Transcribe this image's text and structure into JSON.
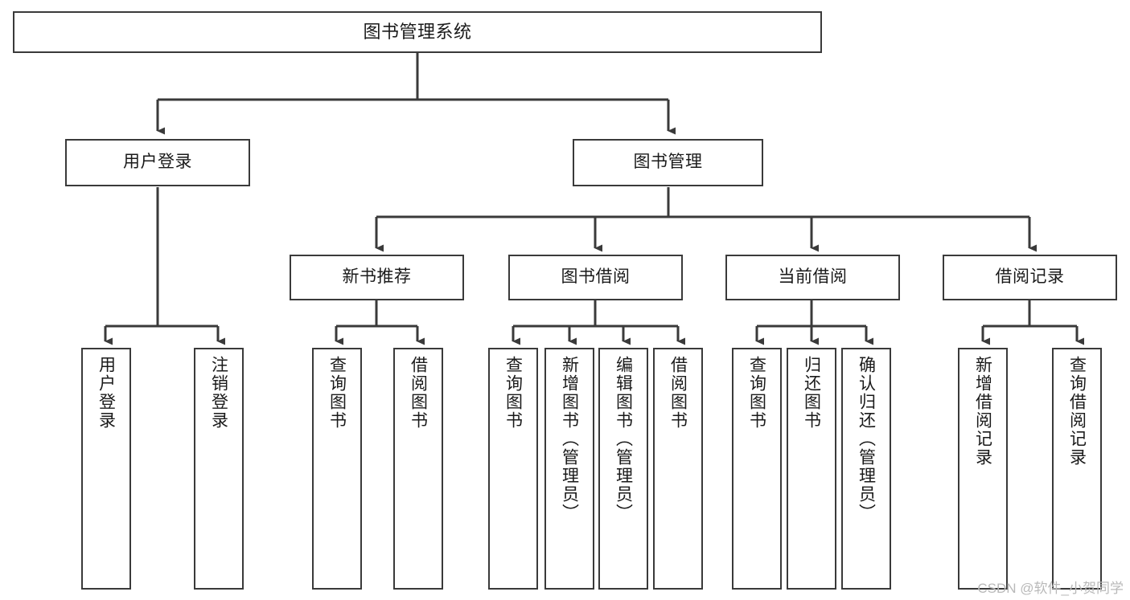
{
  "diagram": {
    "title": "图书管理系统",
    "type": "tree-hierarchy-chart",
    "orientation": "top-down",
    "line_color": "#3a3a3a",
    "box_fill": "#ffffff",
    "text_color": "#1a1a1a"
  },
  "nodes": {
    "root": {
      "label": "图书管理系统"
    },
    "level2": [
      {
        "id": "user-login",
        "label": "用户登录"
      },
      {
        "id": "book-management",
        "label": "图书管理"
      }
    ],
    "level3": [
      {
        "id": "new-book-recommend",
        "label": "新书推荐"
      },
      {
        "id": "book-borrow",
        "label": "图书借阅"
      },
      {
        "id": "current-borrow",
        "label": "当前借阅"
      },
      {
        "id": "borrow-record",
        "label": "借阅记录"
      }
    ],
    "leaves": {
      "user_login": [
        {
          "id": "leaf-user-login",
          "label": "用户登录"
        },
        {
          "id": "leaf-logout-login",
          "label": "注销登录"
        }
      ],
      "new_book_recommend": [
        {
          "id": "leaf-query-book-1",
          "label": "查询图书"
        },
        {
          "id": "leaf-borrow-book-1",
          "label": "借阅图书"
        }
      ],
      "book_borrow": [
        {
          "id": "leaf-query-book-2",
          "label": "查询图书"
        },
        {
          "id": "leaf-add-book",
          "label": "新增图书（管理员）"
        },
        {
          "id": "leaf-edit-book",
          "label": "编辑图书（管理员）"
        },
        {
          "id": "leaf-borrow-book-2",
          "label": "借阅图书"
        }
      ],
      "current_borrow": [
        {
          "id": "leaf-query-book-3",
          "label": "查询图书"
        },
        {
          "id": "leaf-return-book",
          "label": "归还图书"
        },
        {
          "id": "leaf-confirm-return",
          "label": "确认归还（管理员）"
        }
      ],
      "borrow_record": [
        {
          "id": "leaf-add-record",
          "label": "新增借阅记录"
        },
        {
          "id": "leaf-query-record",
          "label": "查询借阅记录"
        }
      ]
    }
  },
  "watermark": {
    "text": "CSDN @软件_小贺同学"
  }
}
